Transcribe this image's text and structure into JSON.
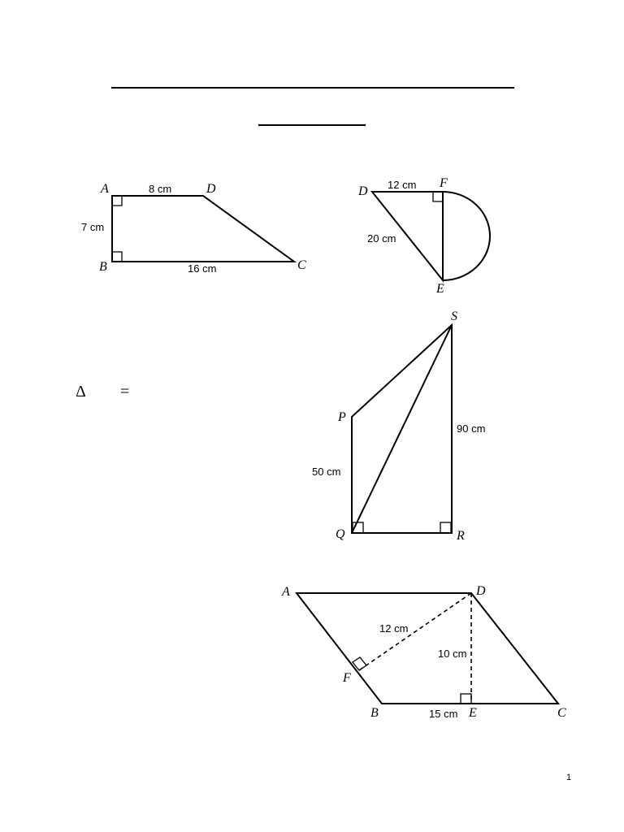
{
  "fig1": {
    "vertices": {
      "A": "A",
      "B": "B",
      "C": "C",
      "D": "D"
    },
    "labels": {
      "ad": "8 cm",
      "ab": "7 cm",
      "bc": "16 cm"
    }
  },
  "fig2": {
    "vertices": {
      "D": "D",
      "F": "F",
      "E": "E"
    },
    "labels": {
      "df": "12 cm",
      "de": "20 cm"
    }
  },
  "fig3": {
    "vertices": {
      "S": "S",
      "P": "P",
      "Q": "Q",
      "R": "R"
    },
    "labels": {
      "sr": "90 cm",
      "pq": "50 cm"
    }
  },
  "fig4": {
    "vertices": {
      "A": "A",
      "D": "D",
      "F": "F",
      "B": "B",
      "E": "E",
      "C": "C"
    },
    "labels": {
      "df": "12 cm",
      "de": "10 cm",
      "be": "15 cm"
    }
  },
  "text": {
    "delta": "Δ",
    "equals": "="
  },
  "page_number": "1"
}
